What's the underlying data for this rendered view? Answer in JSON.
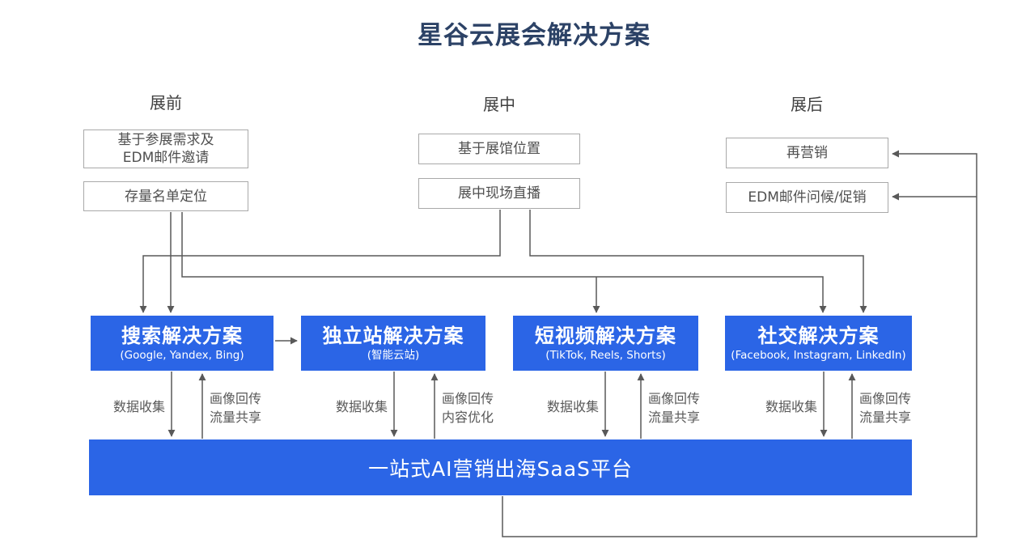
{
  "title": "星谷云展会解决方案",
  "stages": [
    {
      "header": "展前",
      "box1": "基于参展需求及\nEDM邮件邀请",
      "box2": "存量名单定位"
    },
    {
      "header": "展中",
      "box1": "基于展馆位置",
      "box2": "展中现场直播"
    },
    {
      "header": "展后",
      "box1": "再营销",
      "box2": "EDM邮件问候/促销"
    }
  ],
  "solutions": [
    {
      "title": "搜索解决方案",
      "subtitle": "(Google, Yandex, Bing)"
    },
    {
      "title": "独立站解决方案",
      "subtitle": "(智能云站)"
    },
    {
      "title": "短视频解决方案",
      "subtitle": "(TikTok, Reels, Shorts)"
    },
    {
      "title": "社交解决方案",
      "subtitle": "(Facebook, Instagram, LinkedIn)"
    }
  ],
  "flows": [
    {
      "down": "数据收集",
      "up": "画像回传\n流量共享"
    },
    {
      "down": "数据收集",
      "up": "画像回传\n内容优化"
    },
    {
      "down": "数据收集",
      "up": "画像回传\n流量共享"
    },
    {
      "down": "数据收集",
      "up": "画像回传\n流量共享"
    }
  ],
  "platform": {
    "label": "一站式AI营销出海SaaS平台"
  },
  "colors": {
    "accent_blue": "#2b65e6",
    "title_navy": "#2c4266",
    "line_gray": "#595959",
    "box_border_gray": "#a9a9a9"
  }
}
